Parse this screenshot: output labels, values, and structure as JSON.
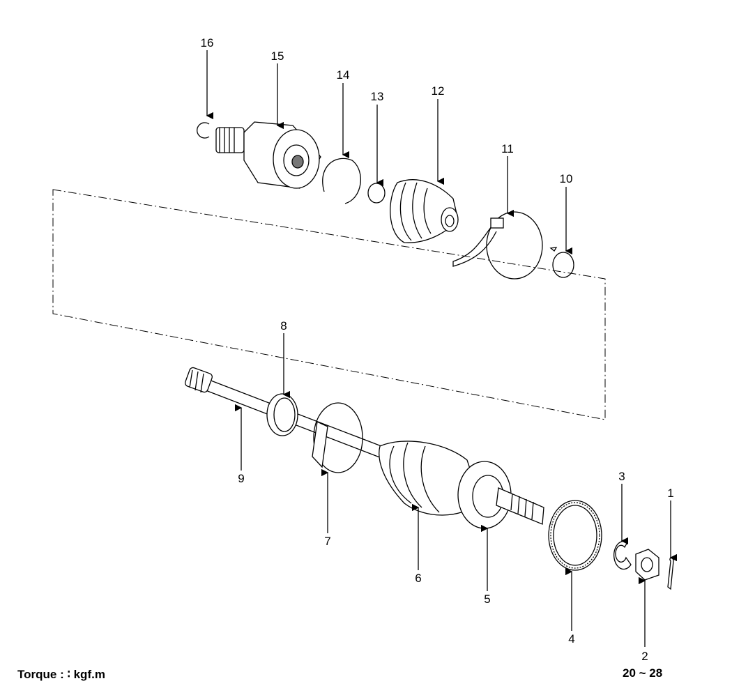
{
  "diagram": {
    "part_numbers": [
      "1",
      "2",
      "3",
      "4",
      "5",
      "6",
      "7",
      "8",
      "9",
      "10",
      "11",
      "12",
      "13",
      "14",
      "15",
      "16"
    ]
  },
  "footer": {
    "torque_label": "Torque : ∶ kgf.m",
    "torque_value": "20 ~ 28"
  }
}
